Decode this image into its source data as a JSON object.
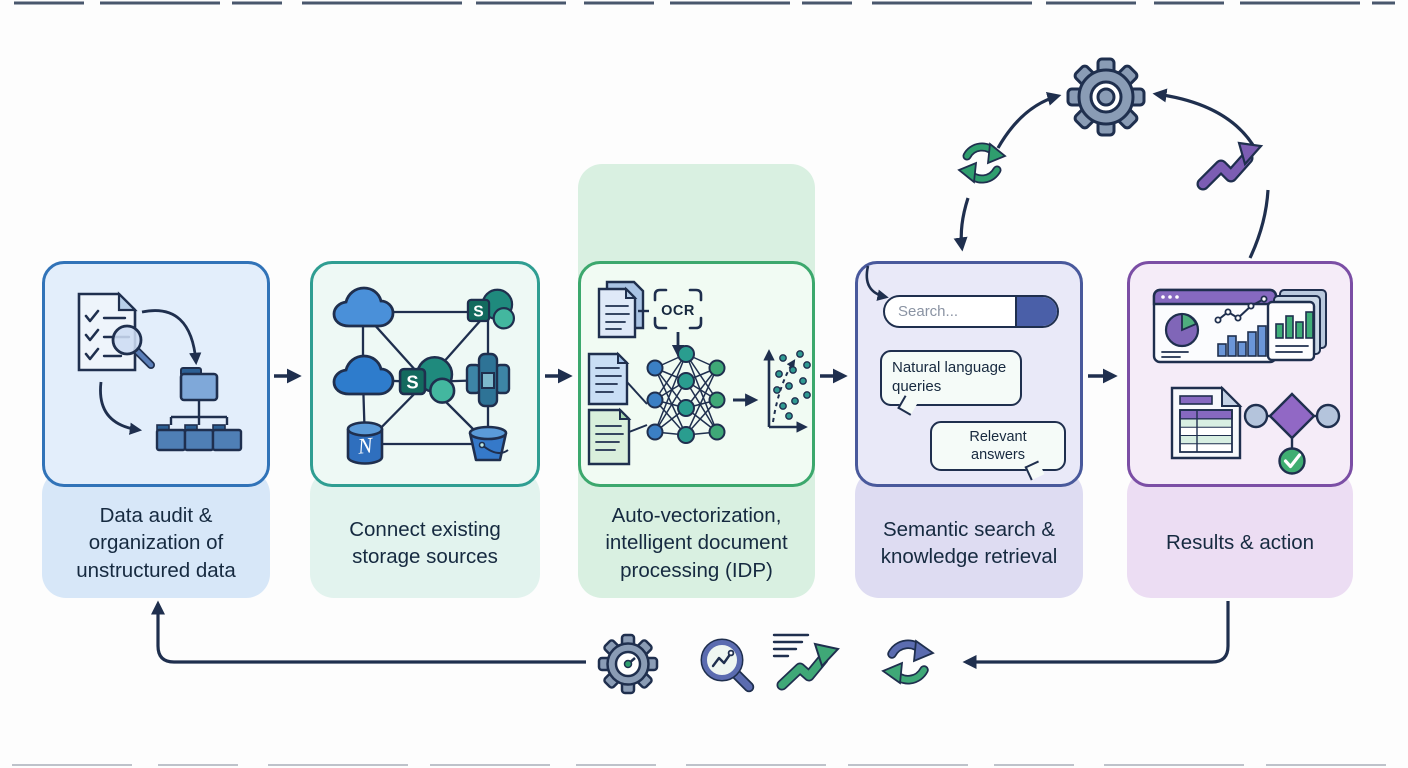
{
  "stages": [
    {
      "label": "Data audit & organization of unstructured data"
    },
    {
      "label": "Connect existing storage sources"
    },
    {
      "label": "Auto-vectorization, intelligent document processing (IDP)"
    },
    {
      "label": "Semantic search & knowledge retrieval"
    },
    {
      "label": "Results & action"
    }
  ],
  "stage2": {
    "sharepoint_glyph": "S",
    "database_glyph": "N"
  },
  "stage3": {
    "ocr_badge": "OCR"
  },
  "stage4": {
    "search_placeholder": "Search...",
    "query_bubble": "Natural language queries",
    "answer_bubble": "Relevant answers"
  },
  "icons": {
    "top_cycle": [
      "refresh-icon",
      "gear-icon",
      "trend-arrow-icon"
    ],
    "bottom_cycle": [
      "gear-gauge-icon",
      "search-analytics-icon",
      "growth-chart-icon",
      "refresh-cycle-icon"
    ]
  },
  "colors": {
    "outline_navy": "#1f2f4e",
    "stage1_border": "#3173b8",
    "stage1_fill": "#e3eefb",
    "stage1_panel": "#d7e7f8",
    "stage2_border": "#2f9e92",
    "stage2_fill": "#eef9f5",
    "stage2_panel": "#e2f3ee",
    "stage3_border": "#3ca86d",
    "stage3_fill": "#f1fbf3",
    "stage3_panel": "#d9f0e1",
    "stage4_border": "#49599c",
    "stage4_fill": "#e9e9f8",
    "stage4_panel": "#dedcf2",
    "stage5_border": "#7b4ea5",
    "stage5_fill": "#f5ecf8",
    "stage5_panel": "#ecddf3",
    "accent_green": "#3fa877",
    "accent_teal": "#2f9e92",
    "accent_purple": "#7c5db3",
    "accent_indigo": "#4a5fa8",
    "accent_slate": "#8a9cb5",
    "accent_blue": "#4a90d9"
  }
}
